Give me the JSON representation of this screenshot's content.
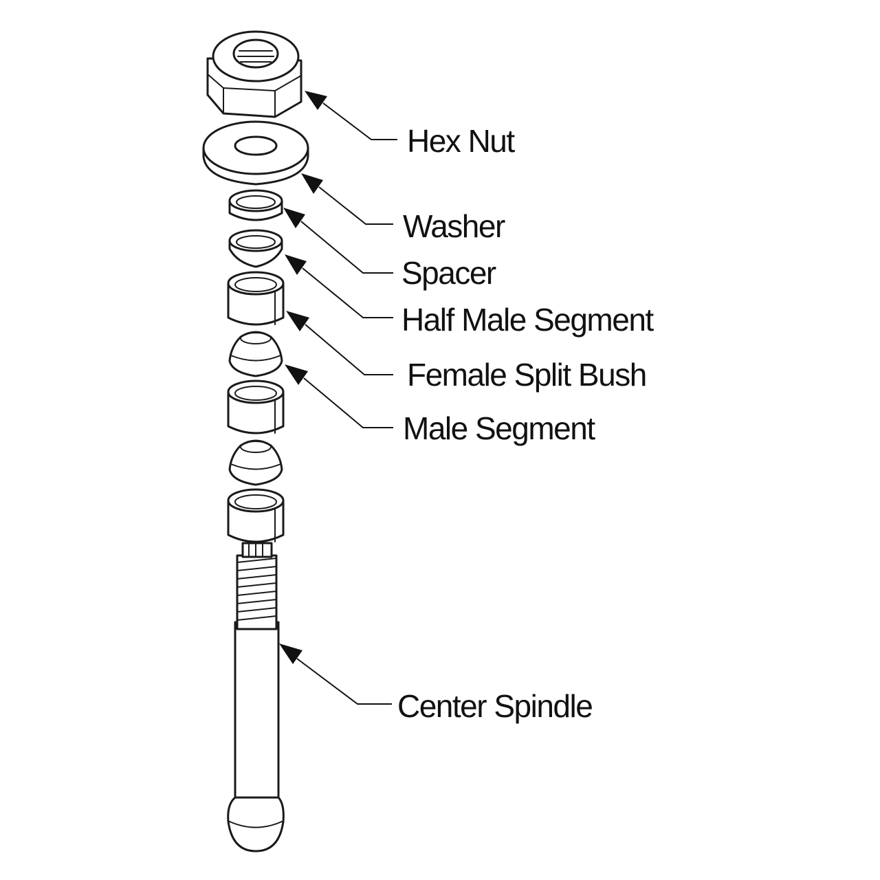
{
  "labels": {
    "hex_nut": "Hex Nut",
    "washer": "Washer",
    "spacer": "Spacer",
    "half_male_segment": "Half Male Segment",
    "female_split_bush": "Female Split Bush",
    "male_segment": "Male Segment",
    "center_spindle": "Center Spindle"
  }
}
